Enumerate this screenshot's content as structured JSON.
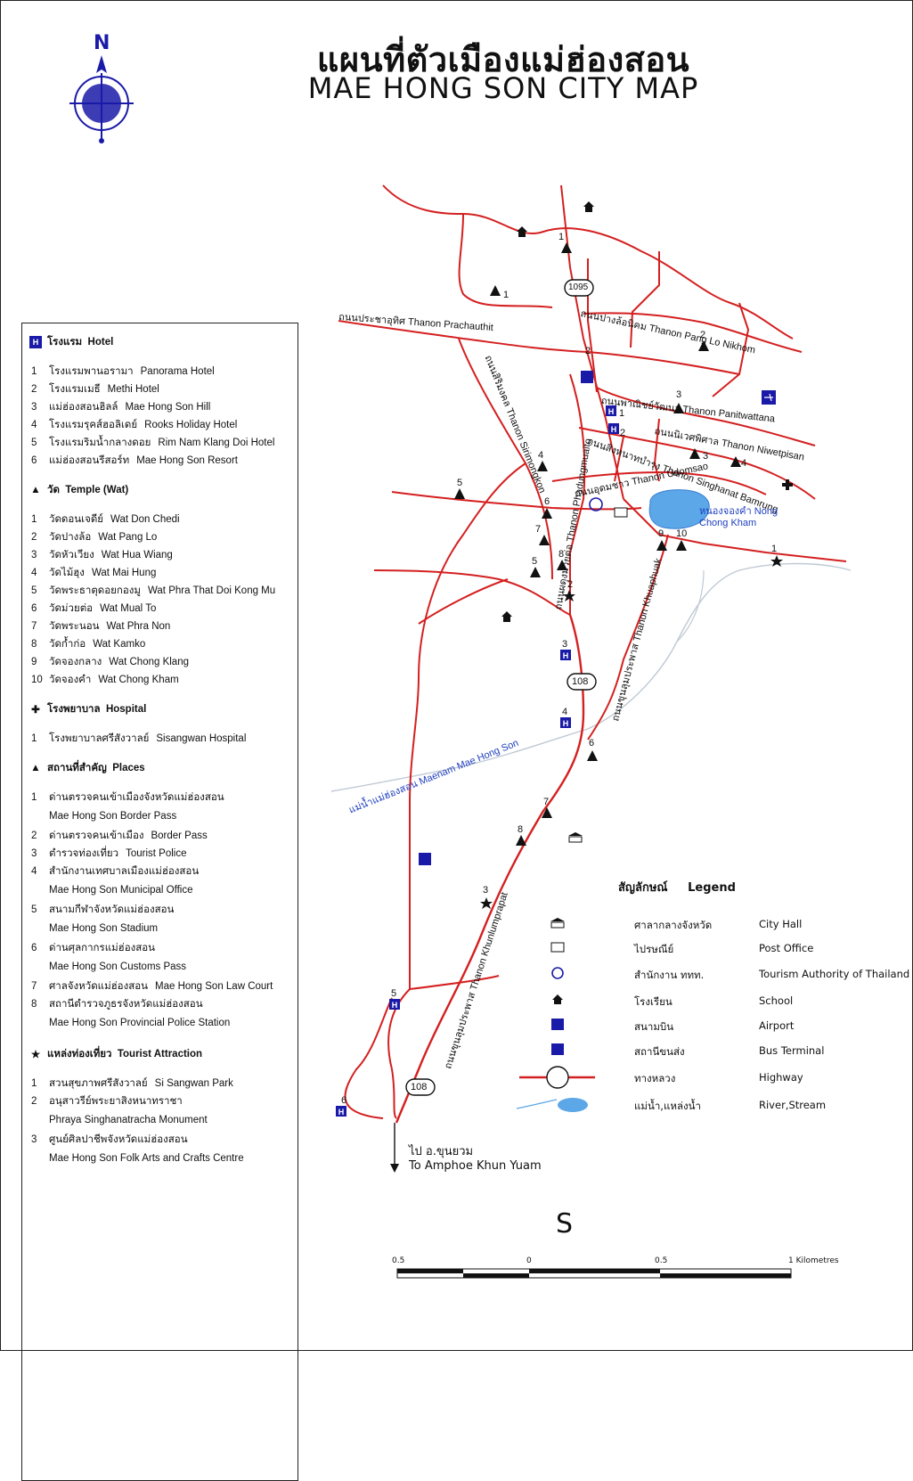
{
  "title": {
    "thai": "แผนที่ตัวเมืองแม่ฮ่องสอน",
    "english": "MAE HONG SON CITY MAP"
  },
  "compass": {
    "north": "N",
    "south": "S"
  },
  "index": {
    "hotel": {
      "heading_th": "โรงแรม",
      "heading_en": "Hotel",
      "items": [
        {
          "num": "1",
          "th": "โรงแรมพานอรามา",
          "en": "Panorama Hotel"
        },
        {
          "num": "2",
          "th": "โรงแรมเมธี",
          "en": "Methi Hotel"
        },
        {
          "num": "3",
          "th": "แม่ฮ่องสอนฮิลล์",
          "en": "Mae Hong Son Hill"
        },
        {
          "num": "4",
          "th": "โรงแรมรุคส์ฮอลิเดย์",
          "en": "Rooks Holiday Hotel"
        },
        {
          "num": "5",
          "th": "โรงแรมริมน้ำกลางดอย",
          "en": "Rim Nam Klang Doi Hotel"
        },
        {
          "num": "6",
          "th": "แม่ฮ่องสอนรีสอร์ท",
          "en": "Mae Hong Son Resort"
        }
      ]
    },
    "temple": {
      "heading_th": "วัด",
      "heading_en": "Temple (Wat)",
      "items": [
        {
          "num": "1",
          "th": "วัดดอนเจดีย์",
          "en": "Wat Don Chedi"
        },
        {
          "num": "2",
          "th": "วัดปางล้อ",
          "en": "Wat Pang Lo"
        },
        {
          "num": "3",
          "th": "วัดหัวเวียง",
          "en": "Wat Hua Wiang"
        },
        {
          "num": "4",
          "th": "วัดไม้ฮุง",
          "en": "Wat Mai Hung"
        },
        {
          "num": "5",
          "th": "วัดพระธาตุดอยกองมู",
          "en": "Wat Phra That Doi Kong Mu"
        },
        {
          "num": "6",
          "th": "วัดม่วยต่อ",
          "en": "Wat Mual To"
        },
        {
          "num": "7",
          "th": "วัดพระนอน",
          "en": "Wat Phra Non"
        },
        {
          "num": "8",
          "th": "วัดก้ำก่อ",
          "en": "Wat Kamko"
        },
        {
          "num": "9",
          "th": "วัดจองกลาง",
          "en": "Wat Chong Klang"
        },
        {
          "num": "10",
          "th": "วัดจองคำ",
          "en": "Wat Chong Kham"
        }
      ]
    },
    "hospital": {
      "heading_th": "โรงพยาบาล",
      "heading_en": "Hospital",
      "items": [
        {
          "num": "1",
          "th": "โรงพยาบาลศรีสังวาลย์",
          "en": "Sisangwan Hospital"
        }
      ]
    },
    "places": {
      "heading_th": "สถานที่สำคัญ",
      "heading_en": "Places",
      "items": [
        {
          "num": "1",
          "th": "ด่านตรวจคนเข้าเมืองจังหวัดแม่ฮ่องสอน",
          "en": "Mae Hong Son Border Pass"
        },
        {
          "num": "2",
          "th": "ด่านตรวจคนเข้าเมือง",
          "en": "Border Pass"
        },
        {
          "num": "3",
          "th": "ตำรวจท่องเที่ยว",
          "en": "Tourist Police"
        },
        {
          "num": "4",
          "th": "สำนักงานเทศบาลเมืองแม่ฮ่องสอน",
          "en": "Mae Hong Son Municipal Office"
        },
        {
          "num": "5",
          "th": "สนามกีฬาจังหวัดแม่ฮ่องสอน",
          "en": "Mae Hong Son Stadium"
        },
        {
          "num": "6",
          "th": "ด่านศุลกากรแม่ฮ่องสอน",
          "en": "Mae Hong Son Customs Pass"
        },
        {
          "num": "7",
          "th": "ศาลจังหวัดแม่ฮ่องสอน",
          "en": "Mae Hong Son Law Court"
        },
        {
          "num": "8",
          "th": "สถานีตำรวจภูธรจังหวัดแม่ฮ่องสอน",
          "en": "Mae Hong Son Provincial Police Station"
        }
      ]
    },
    "attraction": {
      "heading_th": "แหล่งท่องเที่ยว",
      "heading_en": "Tourist Attraction",
      "items": [
        {
          "num": "1",
          "th": "สวนสุขภาพศรีสังวาลย์",
          "en": "Si Sangwan Park"
        },
        {
          "num": "2",
          "th": "อนุสาวรีย์พระยาสิงหนาทราชา",
          "en": "Phraya Singhanatracha Monument"
        },
        {
          "num": "3",
          "th": "ศูนย์ศิลปาชีพจังหวัดแม่ฮ่องสอน",
          "en": "Mae Hong Son Folk Arts and Crafts Centre"
        }
      ]
    }
  },
  "roads": {
    "pang_lo": "ถนนปางล้อนิคม Thanon Pang Lo Nikhom",
    "prachauthit": "ถนนประชาอุทิศ Thanon Prachauthit",
    "sirimongkon": "ถนนสิริมงคล Thanon Sirimongkon",
    "phadungmuaito": "ถนนผดุงม่วยต่อ Thanon Phadungmuaito",
    "panitwattana": "ถนนพาณิชย์วัฒนา Thanon Panitwattana",
    "niwetpisan": "ถนนนิเวศพิศาล Thanon Niwetpisan",
    "singhanat": "ถนนสิงหนาทบำรุง Thanon Singhanat Bamrung",
    "udomsao": "ถนนอุดมชาว Thanon Udomsao",
    "khuaphuak": "ถนนขุนลุมประพาส Thanon Khuaphuak",
    "khunlumprapat": "ถนนขุนลุมประพาส Thanon Khunlumprapat",
    "hw1095": "1095",
    "hw108_a": "108",
    "hw108_b": "108"
  },
  "water": {
    "lake": "หนองจองคำ Nong Chong Kham",
    "river": "แม่น้ำแม่ฮ่องสอน Maenam Mae Hong Son"
  },
  "destination": {
    "thai": "ไป อ.ขุนยวม",
    "english": "To Amphoe Khun Yuam"
  },
  "legend": {
    "title_th": "สัญลักษณ์",
    "title_en": "Legend",
    "rows": [
      {
        "th": "ศาลากลางจังหวัด",
        "en": "City Hall"
      },
      {
        "th": "ไปรษณีย์",
        "en": "Post Office"
      },
      {
        "th": "สำนักงาน ททท.",
        "en": "Tourism Authority of Thailand"
      },
      {
        "th": "โรงเรียน",
        "en": "School"
      },
      {
        "th": "สนามบิน",
        "en": "Airport"
      },
      {
        "th": "สถานีขนส่ง",
        "en": "Bus Terminal"
      },
      {
        "th": "ทางหลวง",
        "en": "Highway"
      },
      {
        "th": "แม่น้ำ,แหล่งน้ำ",
        "en": "River,Stream"
      }
    ]
  },
  "scale": {
    "left": "0.5",
    "zero": "0",
    "mid": "0.5",
    "right": "1",
    "unit": "Kilometres"
  },
  "marker_numbers": [
    "1",
    "2",
    "3",
    "4",
    "5",
    "6",
    "7",
    "8",
    "9",
    "10"
  ],
  "colors": {
    "road": "#d42020",
    "marker": "#1a1aa8",
    "water": "#5ba7e8",
    "text": "#111111"
  }
}
